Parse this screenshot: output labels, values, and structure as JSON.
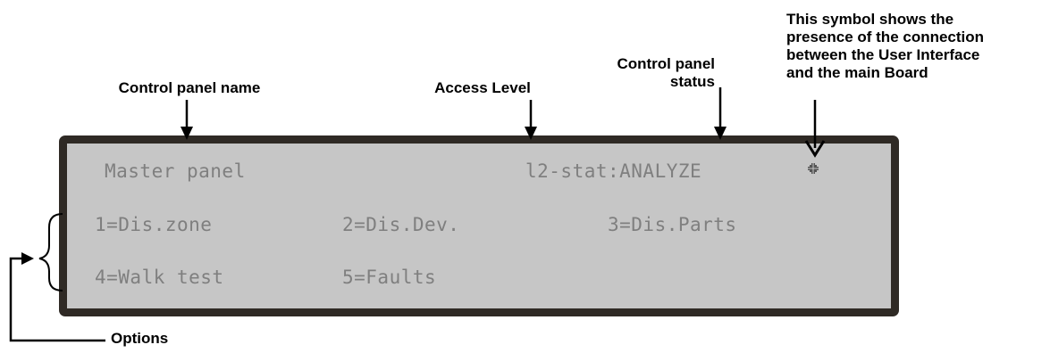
{
  "callouts": {
    "panel_name": "Control panel name",
    "access_level": "Access Level",
    "status_line1": "Control panel",
    "status_line2": "status",
    "connection_line1": "This symbol shows the",
    "connection_line2": "presence of the connection",
    "connection_line3": "between the User Interface",
    "connection_line4": "and the main Board",
    "options": "Options"
  },
  "display": {
    "panel_name": "Master panel",
    "status": "l2-stat:ANALYZE",
    "connection_icon": "connection-indicator-icon",
    "options": [
      {
        "label": "1=Dis.zone"
      },
      {
        "label": "2=Dis.Dev."
      },
      {
        "label": "3=Dis.Parts"
      },
      {
        "label": "4=Walk test"
      },
      {
        "label": "5=Faults"
      }
    ]
  },
  "colors": {
    "lcd_background": "#c6c6c6",
    "lcd_frame": "#2f2a25",
    "lcd_text": "#7f7f7f",
    "annotation": "#000000"
  }
}
